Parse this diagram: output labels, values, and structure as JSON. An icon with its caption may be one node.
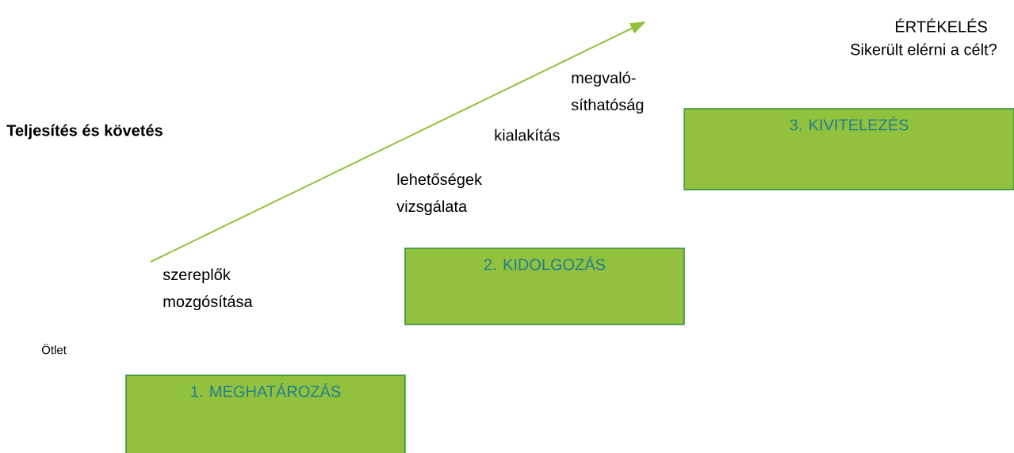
{
  "diagram": {
    "nodes": [
      {
        "text": [
          "3. KIVITELEZÉS"
        ]
      },
      {
        "text": [
          "2. KIDOLGOZÁS"
        ]
      },
      {
        "text": [
          "1. MEGHATÁROZÁS"
        ]
      }
    ],
    "edges": [],
    "labels": [
      "ÉRTÉKELÉS",
      "Sikerült elérni a célt?",
      "megvaló- síthatóság",
      "**Teljesítés és követés**",
      "kialakítás",
      "lehetőségek vizsgálata",
      "szereplők mozgósítása",
      "Ötlet"
    ]
  }
}
